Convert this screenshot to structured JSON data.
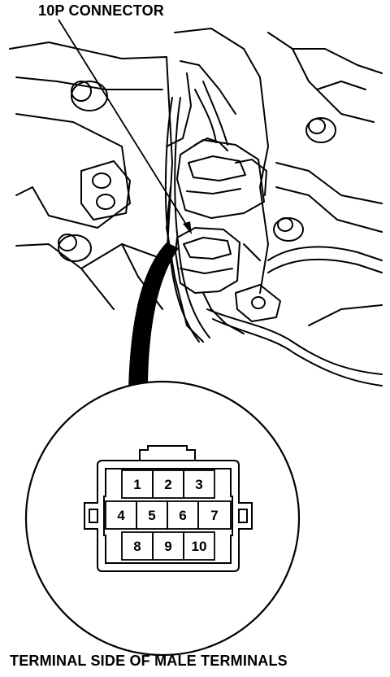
{
  "labels": {
    "connector_name": "10P CONNECTOR",
    "view_caption": "TERMINAL SIDE OF MALE TERMINALS"
  },
  "connector": {
    "pin_count": 10,
    "rows": [
      [
        "",
        "1",
        "2",
        "3",
        ""
      ],
      [
        "4",
        "5",
        "6",
        "7"
      ],
      [
        "",
        "8",
        "9",
        "10",
        ""
      ]
    ]
  },
  "colors": {
    "ink": "#000000",
    "paper": "#ffffff"
  }
}
